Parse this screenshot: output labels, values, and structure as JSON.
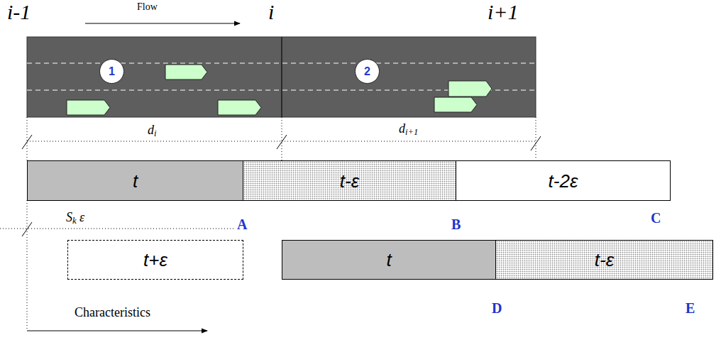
{
  "diagram": {
    "nodes": [
      {
        "text": [
          "1"
        ]
      },
      {
        "text": [
          "2"
        ]
      },
      {
        "text": [
          "t"
        ]
      },
      {
        "text": [
          "t-ε"
        ]
      },
      {
        "text": [
          "t-2ε"
        ]
      },
      {
        "text": [
          "t+ε"
        ]
      },
      {
        "text": [
          "t"
        ]
      },
      {
        "text": [
          "t-ε"
        ]
      }
    ],
    "labels": [
      "i-1",
      "Flow",
      "i",
      "i+1",
      "di",
      "di+1",
      "Sk ε",
      "A",
      "B",
      "C",
      "D",
      "E",
      "Characteristics"
    ]
  }
}
